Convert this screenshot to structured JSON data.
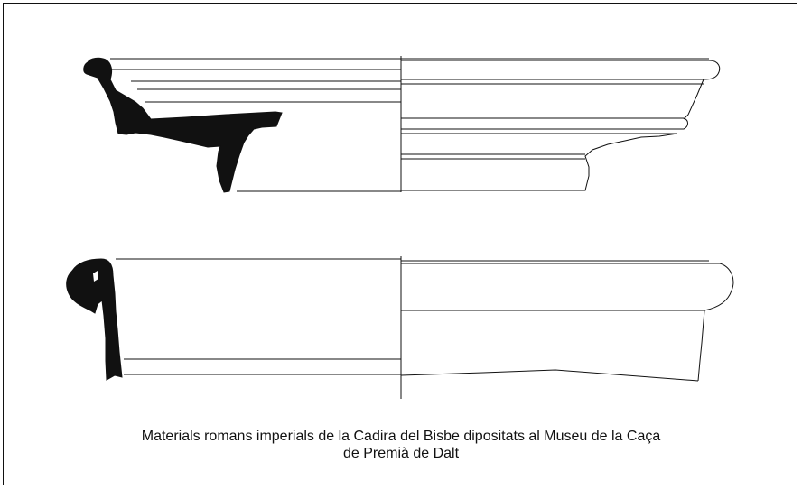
{
  "caption": {
    "line1": "Materials romans imperials de la Cadira del Bisbe dipositats al Museu de la Caça",
    "line2": "de Premià de Dalt"
  },
  "figure": {
    "items": [
      "upper-vessel-profile",
      "lower-vessel-profile"
    ],
    "section_color": "#111111",
    "line_color": "#111111",
    "background": "#ffffff"
  }
}
